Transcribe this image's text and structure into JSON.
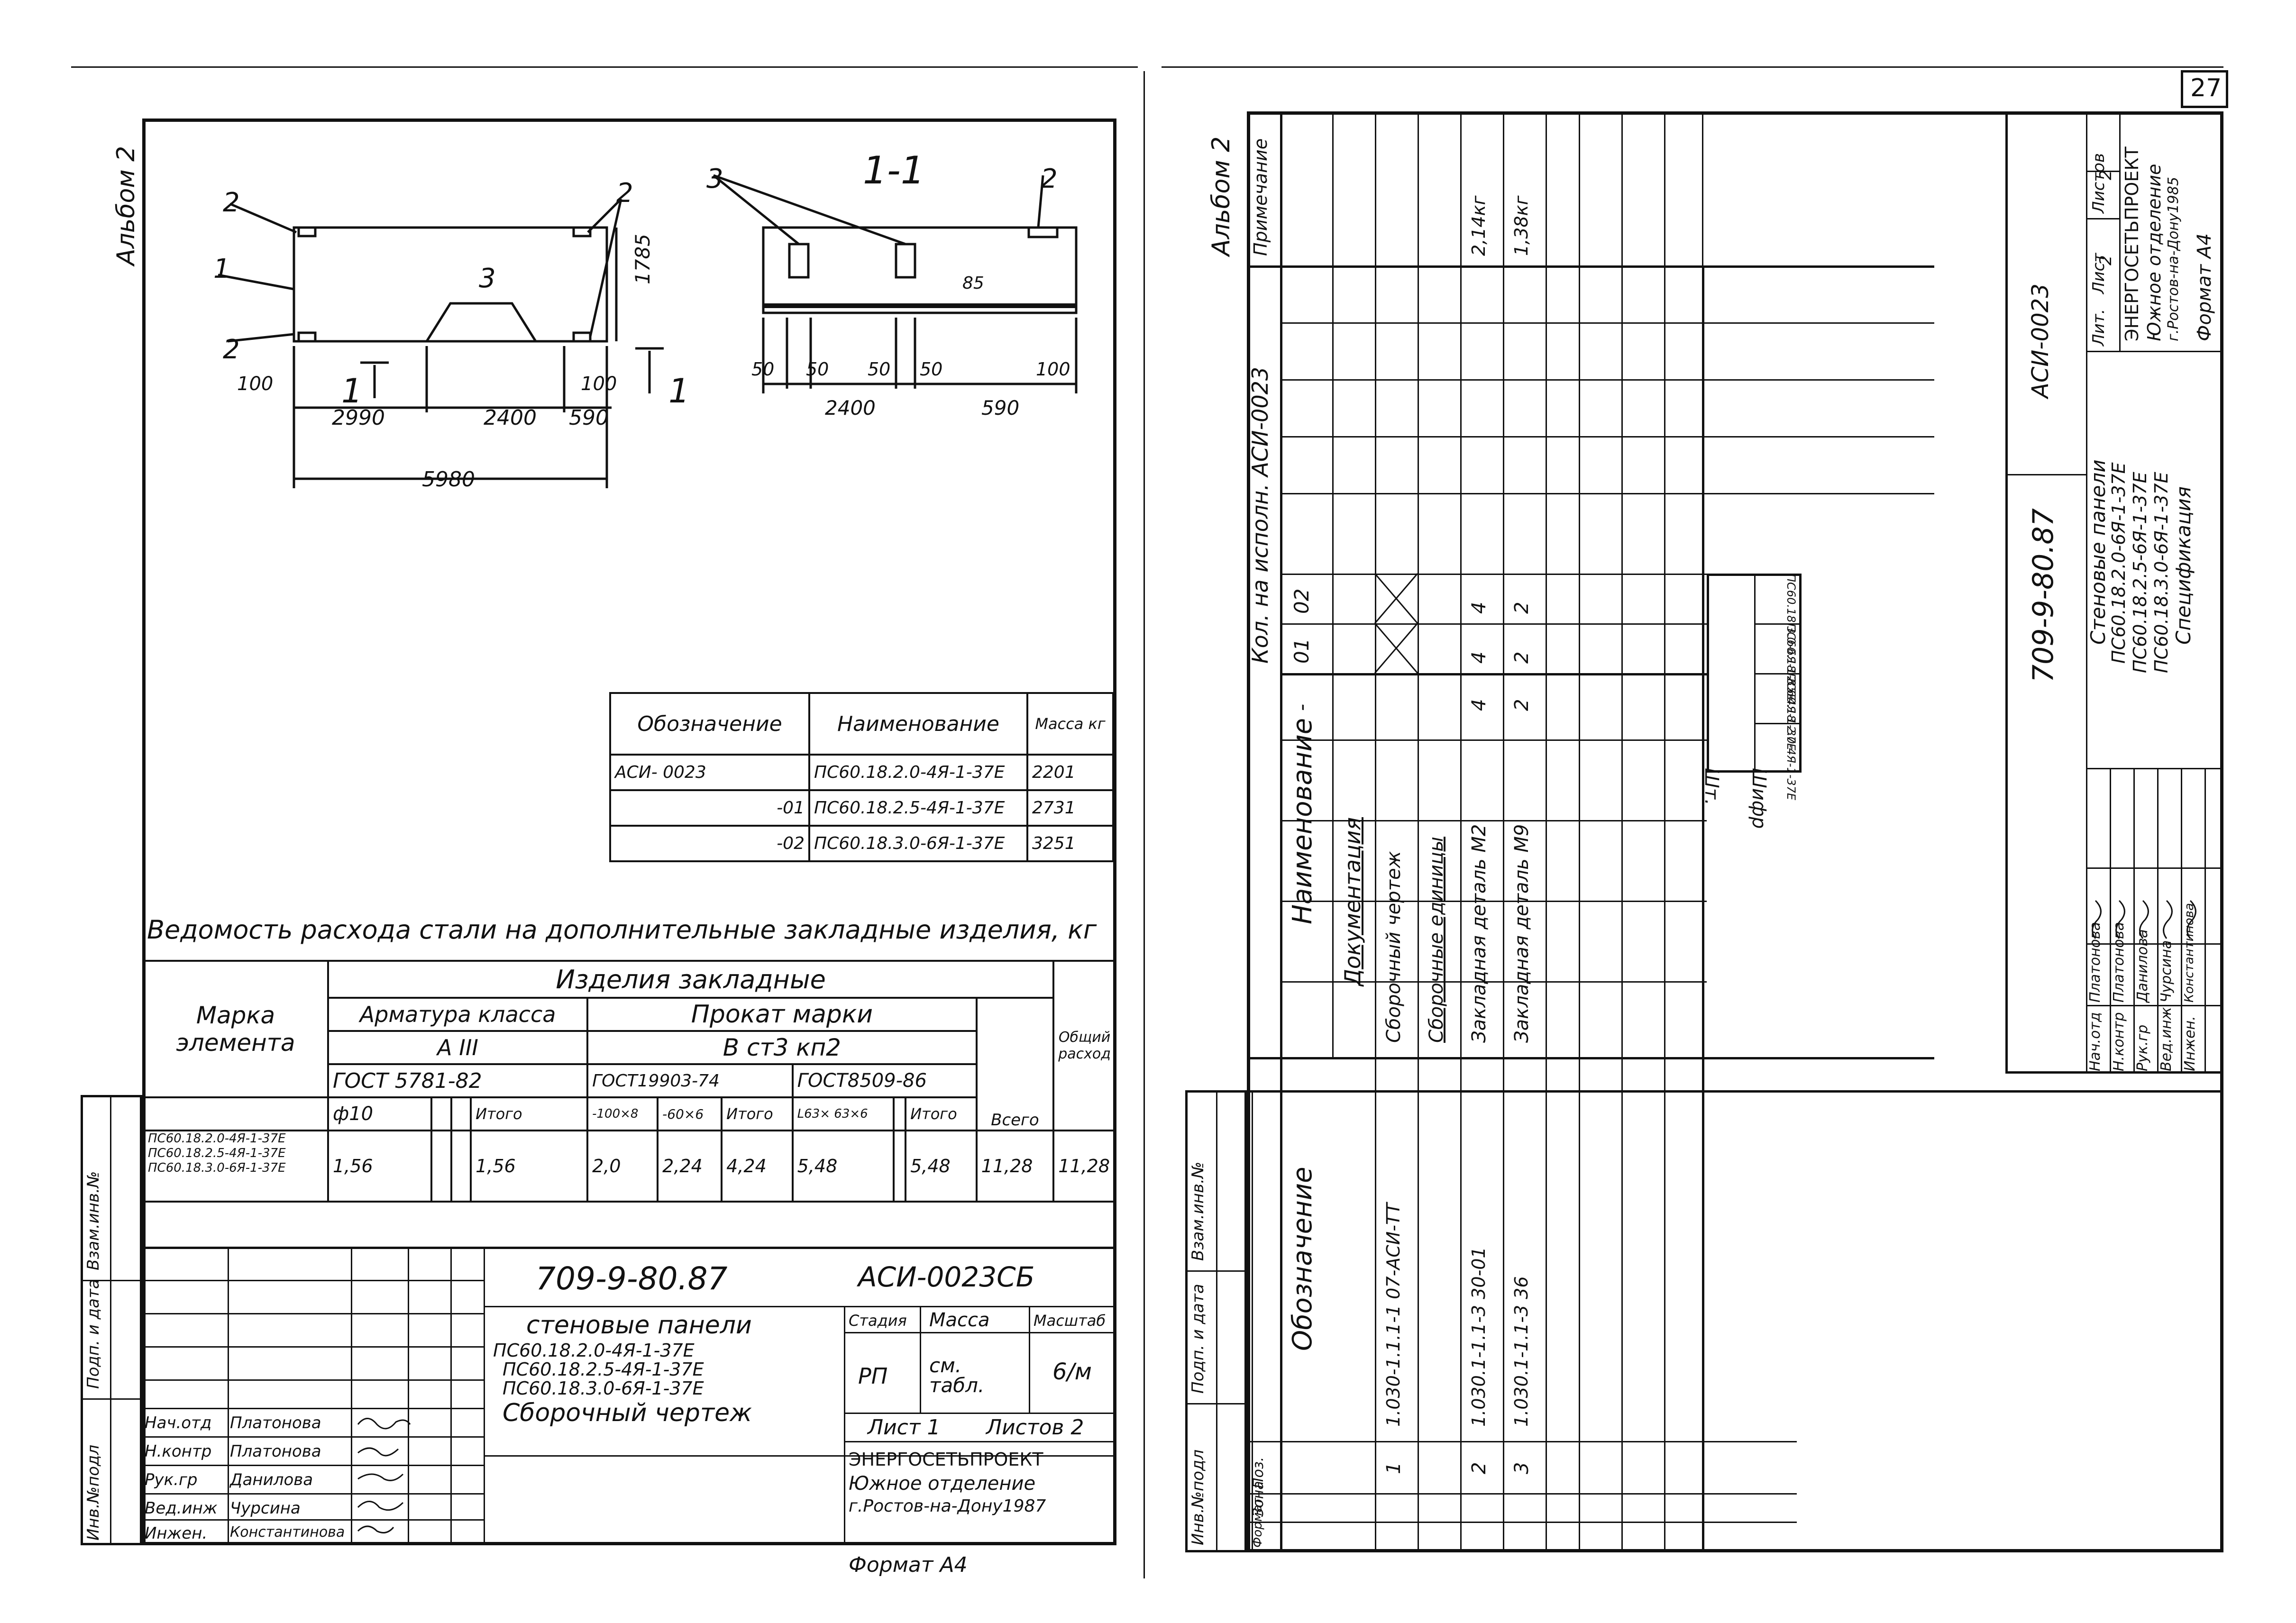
{
  "page_number": "27",
  "left_sheet": {
    "album": "Альбом 2",
    "section_label": "1-1",
    "callouts": [
      "1",
      "2",
      "2",
      "2",
      "3",
      "3",
      "2"
    ],
    "dims": {
      "height": "1785",
      "left_100": "100",
      "d2990": "2990",
      "d2400": "2400",
      "d590": "590",
      "d100b": "100",
      "total": "5980",
      "s50a": "50",
      "s50b": "50",
      "s50c": "50",
      "s50d": "50",
      "s2400": "2400",
      "s590": "590",
      "s100": "100",
      "s85": "85",
      "mark1a": "1",
      "mark1b": "1"
    },
    "mass_table": {
      "headers": [
        "Обозначение",
        "Наименование",
        "Масса кг"
      ],
      "rows": [
        [
          "АСИ- 0023",
          "ПС60.18.2.0-4Я-1-37Е",
          "2201"
        ],
        [
          "-01",
          "ПС60.18.2.5-4Я-1-37Е",
          "2731"
        ],
        [
          "-02",
          "ПС60.18.3.0-6Я-1-37Е",
          "3251"
        ]
      ]
    },
    "steel_title": "Ведомость расхода стали на дополнительные закладные изделия, кг",
    "steel_table": {
      "mark_header": "Марка элемента",
      "group_header": "Изделия закладные",
      "armature_header": "Арматура класса",
      "armature_class": "А III",
      "armature_gost": "ГОСТ 5781-82",
      "prokat_header": "Прокат марки",
      "prokat_grade": "В ст3 кп2",
      "prokat_gost1": "ГОСТ19903-74",
      "prokat_gost2": "ГОСТ8509-86",
      "total_header": "Всего",
      "common_header": "Общий расход",
      "sub_headers": [
        "ф10",
        "",
        "",
        "Итого",
        "-100×8",
        "-60×6",
        "Итого",
        "L63× 63×6",
        "",
        "Итого"
      ],
      "elements": [
        "ПС60.18.2.0-4Я-1-37Е",
        "ПС60.18.2.5-4Я-1-37Е",
        "ПС60.18.3.0-6Я-1-37Е"
      ],
      "values": [
        "1,56",
        "",
        "",
        "1,56",
        "2,0",
        "2,24",
        "4,24",
        "5,48",
        "",
        "5,48",
        "11,28",
        "11,28"
      ]
    },
    "title_block": {
      "code": "709-9-80.87",
      "doc": "АСИ-0023СБ",
      "name_lines": [
        "стеновые панели",
        "ПС60.18.2.0-4Я-1-37Е",
        "ПС60.18.2.5-4Я-1-37Е",
        "ПС60.18.3.0-6Я-1-37Е",
        "Сборочный чертеж"
      ],
      "stage_label": "Стадия",
      "stage": "РП",
      "mass_label": "Масса",
      "mass": "см. табл.",
      "scale_label": "Масштаб",
      "scale": "6/м",
      "sheet": "Лист 1",
      "sheets": "Листов 2",
      "org": [
        "ЭНЕРГОСЕТЬПРОЕКТ",
        "Южное отделение",
        "г.Ростов-на-Дону1987"
      ],
      "roles": [
        "Нач.отд",
        "Н.контр",
        "Рук.гр",
        "Вед.инж",
        "Инжен."
      ],
      "names": [
        "Платонова",
        "Платонова",
        "Данилова",
        "Чурсина",
        "Константинова"
      ],
      "format": "Формат А4"
    },
    "margin": [
      "Инв.№подл",
      "Подп. и дата",
      "Взам.инв.№"
    ]
  },
  "right_sheet": {
    "album": "Альбом 2",
    "qty_header": "Кол. на исполн. АСИ-0023",
    "col_note": "Примечание",
    "col_name": "Наименование",
    "col_designation": "Обозначение",
    "col_pos": "Поз.",
    "col_zone": "Зона",
    "col_format": "Формат",
    "qty_cols": [
      "-",
      "01",
      "02"
    ],
    "section": "Документация",
    "rows": [
      {
        "pos": "1",
        "designation": "1.030-1.1.1-1   07-АСИ-ТТ",
        "name": "Сборочный чертеж",
        "q0": "",
        "q1": "",
        "q2": "",
        "note": ""
      },
      {
        "pos": "",
        "designation": "",
        "name": "Сборочные единицы",
        "q0": "",
        "q1": "",
        "q2": "",
        "note": ""
      },
      {
        "pos": "2",
        "designation": "1.030.1-1.1-3   30-01",
        "name": "Закладная деталь М2",
        "q0": "4",
        "q1": "4",
        "q2": "4",
        "note": "2,14кг"
      },
      {
        "pos": "3",
        "designation": "1.030.1-1.1-3   36",
        "name": "Закладная деталь М9",
        "q0": "2",
        "q1": "2",
        "q2": "2",
        "note": "1,38кг"
      }
    ],
    "stamp_labels": [
      "Шифр",
      "Шт."
    ],
    "variant_codes": [
      "ПС60.18.2.0-4Я-1-37Е",
      "ПС60.18.2.5-4Я-1-37Е",
      "ПС60.18.3.0-6Я-1-37Е"
    ],
    "title_block": {
      "code": "709-9-80.87",
      "doc": "АСИ-0023",
      "name_lines": [
        "Стеновые панели",
        "ПС60.18.2.0-6Я-1-37Е",
        "ПС60.18.2.5-6Я-1-37Е",
        "ПС60.18.3.0-6Я-1-37Е",
        "Спецификация"
      ],
      "lit_label": "Лит.",
      "sheet_label": "Лист",
      "sheets_label": "Листов",
      "sheet": "2",
      "sheets": "2",
      "org": [
        "ЭНЕРГОСЕТЬПРОЕКТ",
        "Южное отделение",
        "г.Ростов-на-Дону1985"
      ],
      "roles": [
        "Нач.отд",
        "Н.контр",
        "Рук.гр",
        "Вед.инж",
        "Инжен."
      ],
      "names": [
        "Платонова",
        "Платонова",
        "Данилова",
        "Чурсина",
        "Константинова"
      ],
      "format": "Формат А4"
    },
    "margin": [
      "Инв.№подл",
      "Подп. и дата",
      "Взам.инв.№"
    ]
  }
}
